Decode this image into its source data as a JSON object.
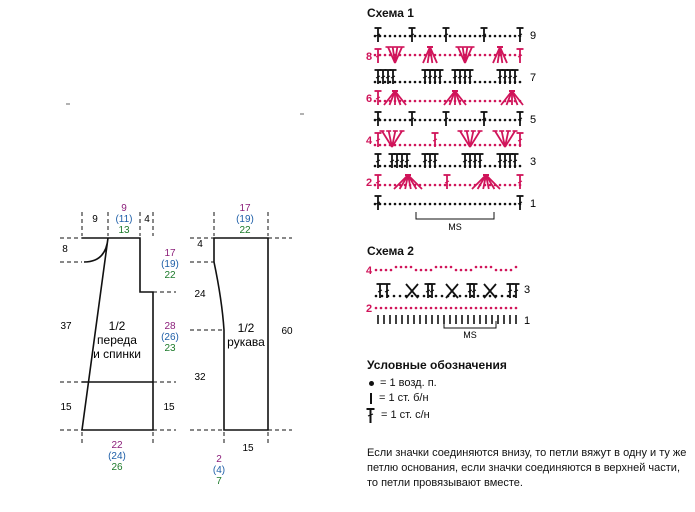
{
  "colors": {
    "ink": "#111111",
    "accent": "#d0145a",
    "purple": "#8b1e7a",
    "blue": "#1e5fa8",
    "green": "#1c7a2a"
  },
  "pattern_piece": {
    "label_line1": "1/2",
    "label_line2": "переда",
    "label_line3": "и спинки",
    "top_left_width": "9",
    "top_right_width": "4",
    "neck_width_purple": "9",
    "neck_width_blue": "(11)",
    "neck_width_green": "13",
    "neck_depth": "8",
    "shoulder_purple": "17",
    "shoulder_blue": "(19)",
    "shoulder_green": "22",
    "body_height": "37",
    "armhole_purple": "28",
    "armhole_blue": "(26)",
    "armhole_green": "23",
    "band_left": "15",
    "band_right": "15",
    "bottom_purple": "22",
    "bottom_blue": "(24)",
    "bottom_green": "26"
  },
  "sleeve_piece": {
    "label_line1": "1/2",
    "label_line2": "рукава",
    "top_purple": "17",
    "top_blue": "(19)",
    "top_green": "22",
    "cap": "4",
    "upper": "24",
    "lower": "32",
    "total": "60",
    "bottom_width": "15",
    "bottom_purple": "2",
    "bottom_blue": "(4)",
    "bottom_green": "7"
  },
  "scheme1": {
    "title": "Схема 1",
    "row_labels_right": [
      "9",
      "7",
      "5",
      "3",
      "1"
    ],
    "row_labels_left": [
      "8",
      "6",
      "4",
      "2"
    ],
    "repeat_label": "MS"
  },
  "scheme2": {
    "title": "Схема 2",
    "row_labels_left": [
      "4",
      "2"
    ],
    "row_labels_right": [
      "3",
      "1"
    ],
    "repeat_label": "MS"
  },
  "legend": {
    "title": "Условные обозначения",
    "items": [
      {
        "icon": "chain-stitch-icon",
        "text": "= 1 возд. п."
      },
      {
        "icon": "single-crochet-icon",
        "text": "= 1 ст. б/н"
      },
      {
        "icon": "double-crochet-icon",
        "text": "= 1 ст. с/н"
      }
    ],
    "note": "Если значки соединяются внизу, то петли вяжут в одну и ту же петлю основания, если значки соединяются в верхней части, то петли провязывают вместе."
  }
}
